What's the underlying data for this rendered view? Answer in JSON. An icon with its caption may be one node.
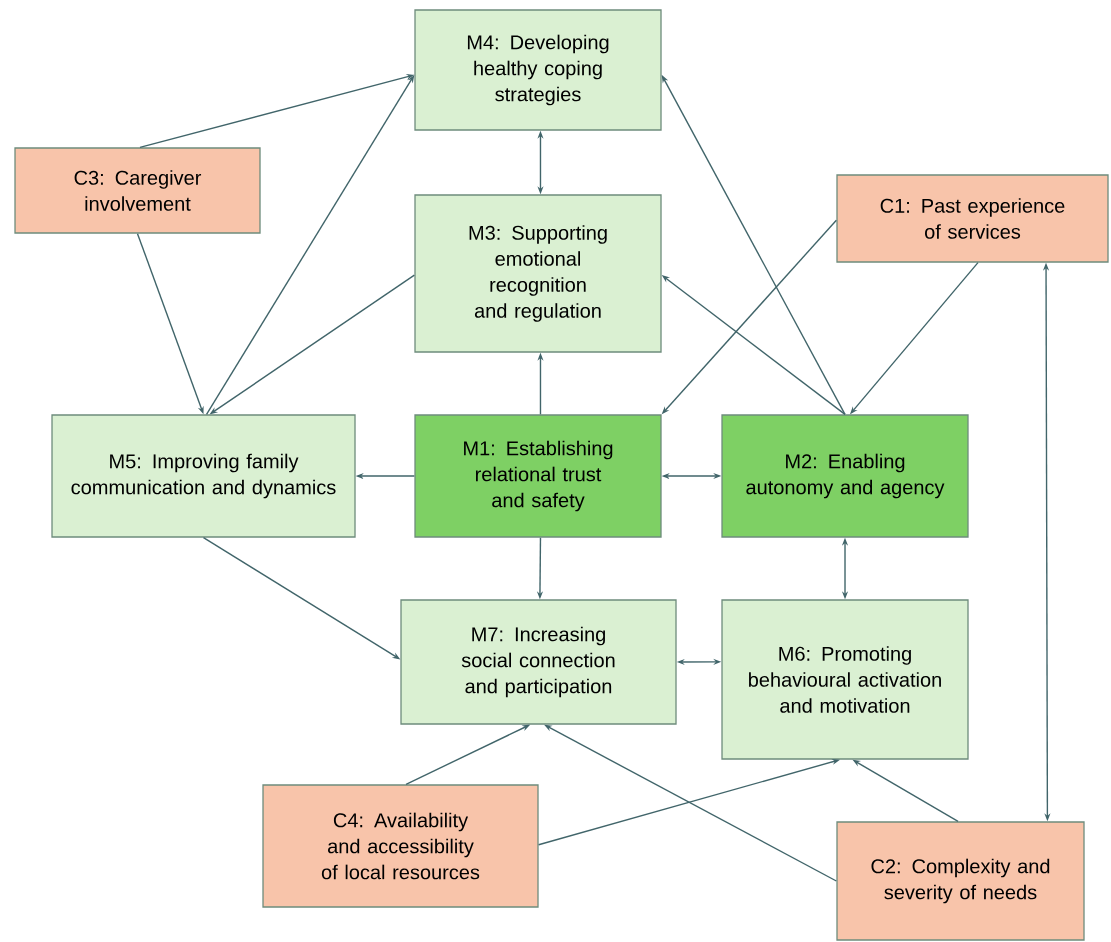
{
  "diagram": {
    "nodes": [
      {
        "text": [
          "M4: Developing healthy coping strategies"
        ]
      },
      {
        "text": [
          "C3: Caregiver involvement"
        ]
      },
      {
        "text": [
          "M3: Supporting emotional recognition and regulation"
        ]
      },
      {
        "text": [
          "C1: Past experience of services"
        ]
      },
      {
        "text": [
          "M5: Improving family communication and dynamics"
        ]
      },
      {
        "text": [
          "M1: Establishing relational trust and safety"
        ]
      },
      {
        "text": [
          "M2: Enabling autonomy and agency"
        ]
      },
      {
        "text": [
          "M7: Increasing social connection and participation"
        ]
      },
      {
        "text": [
          "M6: Promoting behavioural activation and motivation"
        ]
      },
      {
        "text": [
          "C4: Availability and accessibility of local resources"
        ]
      },
      {
        "text": [
          "C2: Complexity and severity of needs"
        ]
      }
    ],
    "edges": [
      {
        "from": 1,
        "to": 0,
        "arrow": "to"
      },
      {
        "from": 1,
        "to": 4,
        "arrow": "to"
      },
      {
        "from": 4,
        "to": 0,
        "arrow": "to"
      },
      {
        "from": 2,
        "to": 4,
        "arrow": "to"
      },
      {
        "from": 0,
        "to": 2,
        "arrow": "both"
      },
      {
        "from": 5,
        "to": 2,
        "arrow": "to"
      },
      {
        "from": 6,
        "to": 0,
        "arrow": "to"
      },
      {
        "from": 6,
        "to": 2,
        "arrow": "to"
      },
      {
        "from": 3,
        "to": 5,
        "arrow": "to"
      },
      {
        "from": 3,
        "to": 6,
        "arrow": "to"
      },
      {
        "from": 3,
        "to": 10,
        "arrow": "both"
      },
      {
        "from": 5,
        "to": 4,
        "arrow": "to"
      },
      {
        "from": 5,
        "to": 6,
        "arrow": "both"
      },
      {
        "from": 5,
        "to": 7,
        "arrow": "to"
      },
      {
        "from": 4,
        "to": 7,
        "arrow": "to"
      },
      {
        "from": 6,
        "to": 8,
        "arrow": "both"
      },
      {
        "from": 7,
        "to": 8,
        "arrow": "both"
      },
      {
        "from": 9,
        "to": 7,
        "arrow": "to"
      },
      {
        "from": 9,
        "to": 8,
        "arrow": "to"
      },
      {
        "from": 10,
        "to": 7,
        "arrow": "to"
      },
      {
        "from": 10,
        "to": 8,
        "arrow": "to"
      }
    ]
  }
}
